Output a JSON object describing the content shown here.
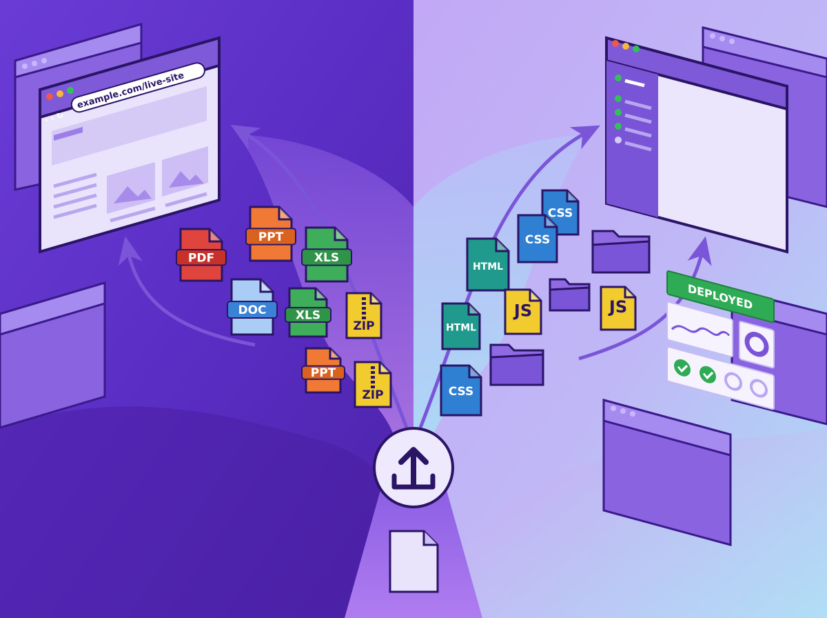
{
  "left_browser": {
    "url": "example.com/live-site"
  },
  "right_dashboard": {
    "status": "DEPLOYED"
  },
  "document_files": [
    {
      "label": "PDF",
      "color": "#e0453d",
      "band": "#c7312a"
    },
    {
      "label": "PPT",
      "color": "#f07a35",
      "band": "#d9621f"
    },
    {
      "label": "XLS",
      "color": "#3fae5a",
      "band": "#2f9448"
    },
    {
      "label": "DOC",
      "color": "#a9cdf4",
      "band": "#3b82d6"
    },
    {
      "label": "XLS",
      "color": "#3fae5a",
      "band": "#2f9448"
    },
    {
      "label": "ZIP",
      "color": "#f2cc2e",
      "band": "#f2cc2e"
    },
    {
      "label": "PPT",
      "color": "#f07a35",
      "band": "#d9621f"
    },
    {
      "label": "ZIP",
      "color": "#f2cc2e",
      "band": "#f2cc2e"
    }
  ],
  "code_files": [
    {
      "label": "CSS",
      "color": "#2f7fd3"
    },
    {
      "label": "CSS",
      "color": "#2f7fd3"
    },
    {
      "label": "HTML",
      "color": "#1f9a8c"
    },
    {
      "label": "JS",
      "color": "#f2cc2e"
    },
    {
      "label": "JS",
      "color": "#f2cc2e"
    },
    {
      "label": "HTML",
      "color": "#1f9a8c"
    },
    {
      "label": "CSS",
      "color": "#2f7fd3"
    }
  ],
  "colors": {
    "left_bg": "#5b2fc4",
    "right_bg": "#c3b2f5",
    "accent_green": "#2faa55",
    "window_purple": "#8a64e0"
  }
}
